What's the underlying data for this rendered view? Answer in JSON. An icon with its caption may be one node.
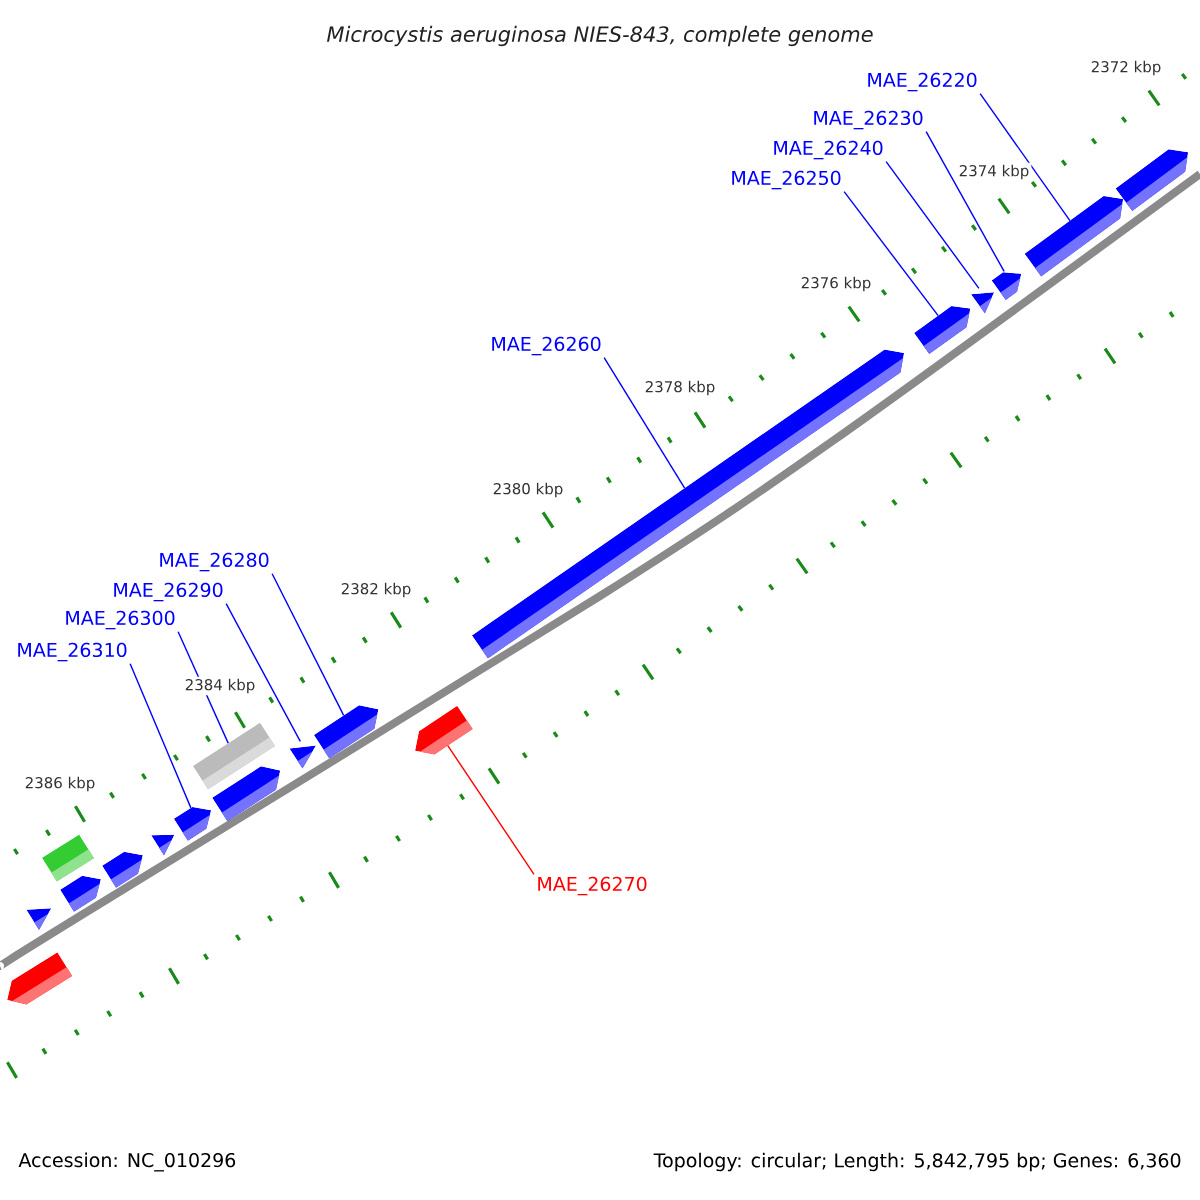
{
  "diagram": {
    "title": "Microcystis aeruginosa NIES-843, complete genome",
    "nodes": [
      {
        "text": [
          "MAE_26220"
        ]
      },
      {
        "text": [
          "MAE_26230"
        ]
      },
      {
        "text": [
          "MAE_26240"
        ]
      },
      {
        "text": [
          "MAE_26250"
        ]
      },
      {
        "text": [
          "MAE_26260"
        ]
      },
      {
        "text": [
          "MAE_26280"
        ]
      },
      {
        "text": [
          "MAE_26290"
        ]
      },
      {
        "text": [
          "MAE_26300"
        ]
      },
      {
        "text": [
          "MAE_26310"
        ]
      },
      {
        "text": [
          "MAE_26270"
        ]
      },
      {
        "text": [],
        "shape": "block"
      },
      {
        "text": [],
        "shape": "block"
      },
      {
        "text": [],
        "shape": "box"
      },
      {
        "text": [],
        "shape": "block"
      },
      {
        "text": [],
        "shape": "block"
      },
      {
        "text": [],
        "shape": "block"
      },
      {
        "text": [],
        "shape": "block"
      },
      {
        "text": [],
        "shape": "box"
      },
      {
        "text": [],
        "shape": "block"
      },
      {
        "text": [],
        "shape": "block"
      },
      {
        "text": [],
        "shape": "block"
      },
      {
        "text": [],
        "shape": "block"
      },
      {
        "text": [],
        "shape": "block"
      },
      {
        "text": [],
        "shape": "block"
      },
      {
        "text": [],
        "shape": "block"
      },
      {
        "text": [],
        "shape": "block"
      },
      {
        "text": [],
        "shape": "block"
      },
      {
        "text": [],
        "shape": "block"
      }
    ],
    "edges": [
      {
        "from": 0,
        "to": 26,
        "arrow": "none"
      },
      {
        "from": 1,
        "to": 25,
        "arrow": "none"
      },
      {
        "from": 2,
        "to": 24,
        "arrow": "none"
      },
      {
        "from": 3,
        "to": 23,
        "arrow": "none"
      },
      {
        "from": 4,
        "to": 22,
        "arrow": "none"
      },
      {
        "from": 5,
        "to": 20,
        "arrow": "none"
      },
      {
        "from": 6,
        "to": 19,
        "arrow": "none"
      },
      {
        "from": 7,
        "to": 17,
        "arrow": "none"
      },
      {
        "from": 8,
        "to": 16,
        "arrow": "none"
      },
      {
        "from": 9,
        "to": 21,
        "arrow": "none",
        "color": "#ff0000"
      }
    ],
    "labels": [
      "2372 kbp",
      "2374 kbp",
      "2376 kbp",
      "2378 kbp",
      "2380 kbp",
      "2382 kbp",
      "2384 kbp",
      "2386 kbp",
      "Accession: NC_010296",
      "Topology: circular; Length: 5,842,795 bp; Genes: 6,360"
    ]
  }
}
